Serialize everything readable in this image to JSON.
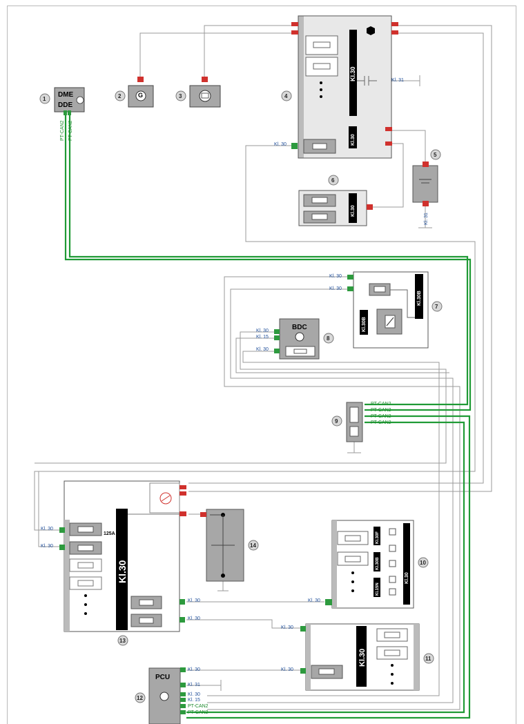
{
  "components": {
    "c1": {
      "num": "1",
      "line1": "DME",
      "line2": "DDE",
      "can_a": "PT-CAN2",
      "can_b": "PT-CAN2"
    },
    "c2": {
      "num": "2",
      "symbol": "G"
    },
    "c3": {
      "num": "3"
    },
    "c4": {
      "num": "4",
      "bar": "Kl.30",
      "bar2": "Kl.30",
      "in_label": "Kl. 30",
      "ground": "Kl. 31"
    },
    "c5": {
      "num": "5",
      "ground": "Kl. 31"
    },
    "c6": {
      "num": "6",
      "bar": "Kl.30"
    },
    "c7": {
      "num": "7",
      "bar": "Kl.30B",
      "bar_inner": "Kl.30B",
      "in_a": "Kl. 30",
      "in_b": "Kl. 30"
    },
    "c8": {
      "num": "8",
      "title": "BDC",
      "in_a": "Kl. 30",
      "in_b": "Kl. 15",
      "in_c": "Kl. 30"
    },
    "c9": {
      "num": "9",
      "can_a": "PT-CAN2",
      "can_b": "PT-CAN2",
      "can_c": "PT-CAN2",
      "can_d": "PT-CAN2"
    },
    "c10": {
      "num": "10",
      "bar": "Kl.30",
      "bar_f": "Kl.30F",
      "bar_b": "Kl.30B",
      "bar_15": "Kl.15N",
      "in_label": "Kl. 30"
    },
    "c11": {
      "num": "11",
      "bar": "Kl.30",
      "in_a": "Kl. 30",
      "in_b": "Kl. 30"
    },
    "c12": {
      "num": "12",
      "title": "PCU",
      "out_a": "Kl. 30",
      "out_b": "Kl. 31",
      "out_c": "Kl. 30",
      "out_d": "Kl. 15",
      "can_a": "PT-CAN2",
      "can_b": "PT-CAN2"
    },
    "c13": {
      "num": "13",
      "bar": "Kl.30",
      "fuse_rating": "125A",
      "in_a": "Kl. 30",
      "in_b": "Kl. 30",
      "out_a": "Kl. 30",
      "out_b": "Kl. 30"
    },
    "c14": {
      "num": "14"
    }
  },
  "colors": {
    "wire": "#9a9a9a",
    "can_bus": "#1f9a35",
    "connector_red": "#d0312d",
    "connector_green": "#2d9a3e",
    "module_gray": "#a7a7a7",
    "panel_gray": "#e8e8e8",
    "label_blue": "#1f4e9a"
  }
}
